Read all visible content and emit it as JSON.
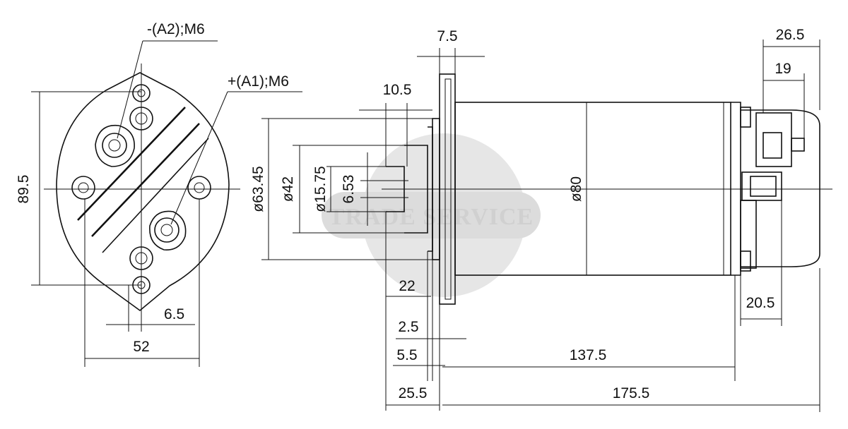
{
  "watermark": {
    "text": "TRADE SERVICE"
  },
  "terminals": {
    "negative": "-(A2);M6",
    "positive": "+(A1);M6"
  },
  "dimensions": {
    "height_89_5": "89.5",
    "width_52": "52",
    "offset_6_5": "6.5",
    "flange_7_5": "7.5",
    "offset_10_5": "10.5",
    "dia_63_45": "ø63.45",
    "dia_42": "ø42",
    "dia_15_75": "ø15.75",
    "dim_6_53": "6.53",
    "dia_80": "ø80",
    "dim_22": "22",
    "dim_2_5": "2.5",
    "dim_5_5": "5.5",
    "dim_25_5": "25.5",
    "len_137_5": "137.5",
    "len_175_5": "175.5",
    "dim_26_5": "26.5",
    "dim_19": "19",
    "dim_20_5": "20.5"
  }
}
